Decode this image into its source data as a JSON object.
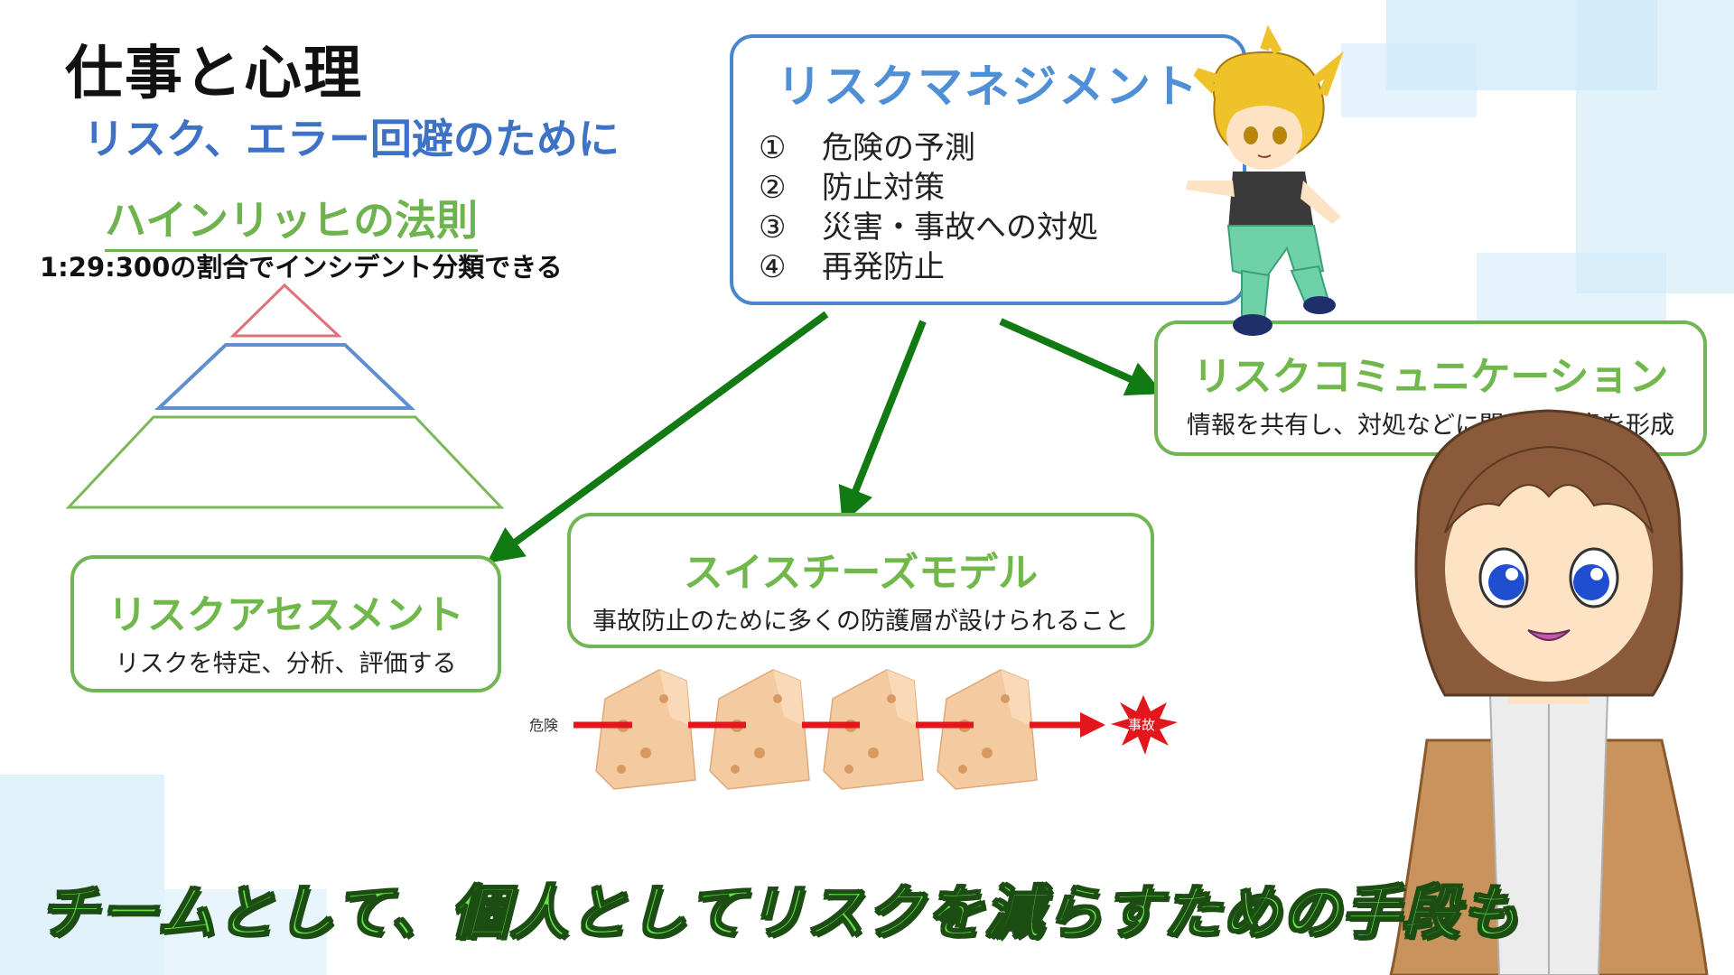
{
  "title": "仕事と心理",
  "subtitle": "リスク、エラー回避のために",
  "heinrich": {
    "title": "ハインリッヒの法則",
    "description": "1:29:300の割合でインシデント分類できる"
  },
  "risk_management": {
    "title": "リスクマネジメント",
    "steps": [
      {
        "num": "①",
        "text": "危険の予測"
      },
      {
        "num": "②",
        "text": "防止対策"
      },
      {
        "num": "③",
        "text": "災害・事故への対処"
      },
      {
        "num": "④",
        "text": "再発防止"
      }
    ]
  },
  "risk_communication": {
    "title": "リスクコミュニケーション",
    "description": "情報を共有し、対処などに関する合意を形成"
  },
  "risk_assessment": {
    "title": "リスクアセスメント",
    "description": "リスクを特定、分析、評価する"
  },
  "swiss_cheese": {
    "title": "スイスチーズモデル",
    "description": "事故防止のために多くの防護層が設けられること",
    "hazard_label": "危険",
    "accident_label": "事故"
  },
  "caption": "チームとして、個人としてリスクを減らすための手段も",
  "colors": {
    "heading_blue": "#3d72c6",
    "box_green": "#72b554",
    "arrow_green": "#117a12",
    "caption_green": "#63e04a",
    "pyramid_top": "#e0707a",
    "pyramid_mid": "#5f8fd0",
    "pyramid_base": "#7ab85a",
    "red_path": "#e3161b"
  }
}
